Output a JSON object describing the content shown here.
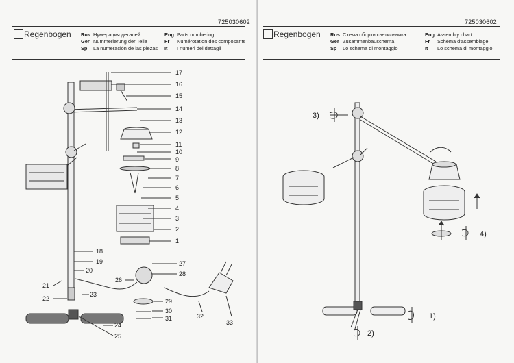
{
  "doc_code": "725030602",
  "brand": "Regenbogen",
  "left": {
    "langs": [
      {
        "code": "Rus",
        "text": "Нумерация деталей"
      },
      {
        "code": "Ger",
        "text": "Nummerierung der Teile"
      },
      {
        "code": "Sp",
        "text": "La numeración de las piezas"
      }
    ],
    "langs2": [
      {
        "code": "Eng",
        "text": "Parts numbering"
      },
      {
        "code": "Fr",
        "text": "Numérotation des composants"
      },
      {
        "code": "It",
        "text": "I numeri dei dettagli"
      }
    ],
    "part_numbers": [
      "17",
      "16",
      "15",
      "14",
      "13",
      "12",
      "11",
      "10",
      "9",
      "8",
      "7",
      "6",
      "5",
      "4",
      "3",
      "2",
      "1",
      "18",
      "19",
      "20",
      "21",
      "22",
      "23",
      "24",
      "25",
      "26",
      "27",
      "28",
      "29",
      "30",
      "31",
      "32",
      "33"
    ]
  },
  "right": {
    "langs": [
      {
        "code": "Rus",
        "text": "Схема сборки светильника"
      },
      {
        "code": "Ger",
        "text": "Zusammenbauschema"
      },
      {
        "code": "Sp",
        "text": "Lo schema di montaggio"
      }
    ],
    "langs2": [
      {
        "code": "Eng",
        "text": "Assembly chart"
      },
      {
        "code": "Fr",
        "text": "Schéma d'assemblage"
      },
      {
        "code": "It",
        "text": "Lo schema di montaggio"
      }
    ],
    "steps": [
      "3)",
      "4)",
      "1)",
      "2)"
    ]
  }
}
